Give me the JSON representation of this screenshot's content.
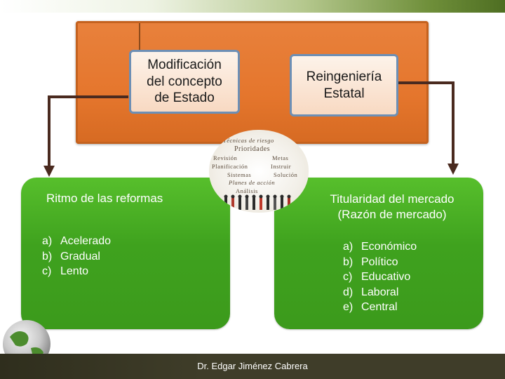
{
  "top_boxes": {
    "left": [
      "Modificación",
      "del concepto",
      "de Estado"
    ],
    "right": [
      "Reingeniería",
      "Estatal"
    ]
  },
  "left_panel": {
    "title": "Ritmo de las reformas",
    "items": [
      {
        "marker": "a)",
        "text": "Acelerado"
      },
      {
        "marker": "b)",
        "text": "Gradual"
      },
      {
        "marker": "c)",
        "text": "Lento"
      }
    ]
  },
  "right_panel": {
    "title": [
      "Titularidad del mercado",
      "(Razón de mercado)"
    ],
    "items": [
      {
        "marker": "a)",
        "text": "Económico"
      },
      {
        "marker": "b)",
        "text": "Político"
      },
      {
        "marker": "c)",
        "text": "Educativo"
      },
      {
        "marker": "d)",
        "text": "Laboral"
      },
      {
        "marker": "e)",
        "text": "Central"
      }
    ]
  },
  "center_image": {
    "words": [
      "Técnicas de riesgo",
      "Prioridades",
      "Revisión",
      "Metas",
      "Planificación",
      "Instruir",
      "Sistemas",
      "Solución",
      "Planes de acción",
      "Análisis"
    ]
  },
  "footer": {
    "author": "Dr. Edgar Jiménez Cabrera"
  },
  "colors": {
    "orange": "#e5762d",
    "green": "#3fa21e",
    "box_border": "#6d8fb5",
    "connector": "#4a2a1f"
  }
}
